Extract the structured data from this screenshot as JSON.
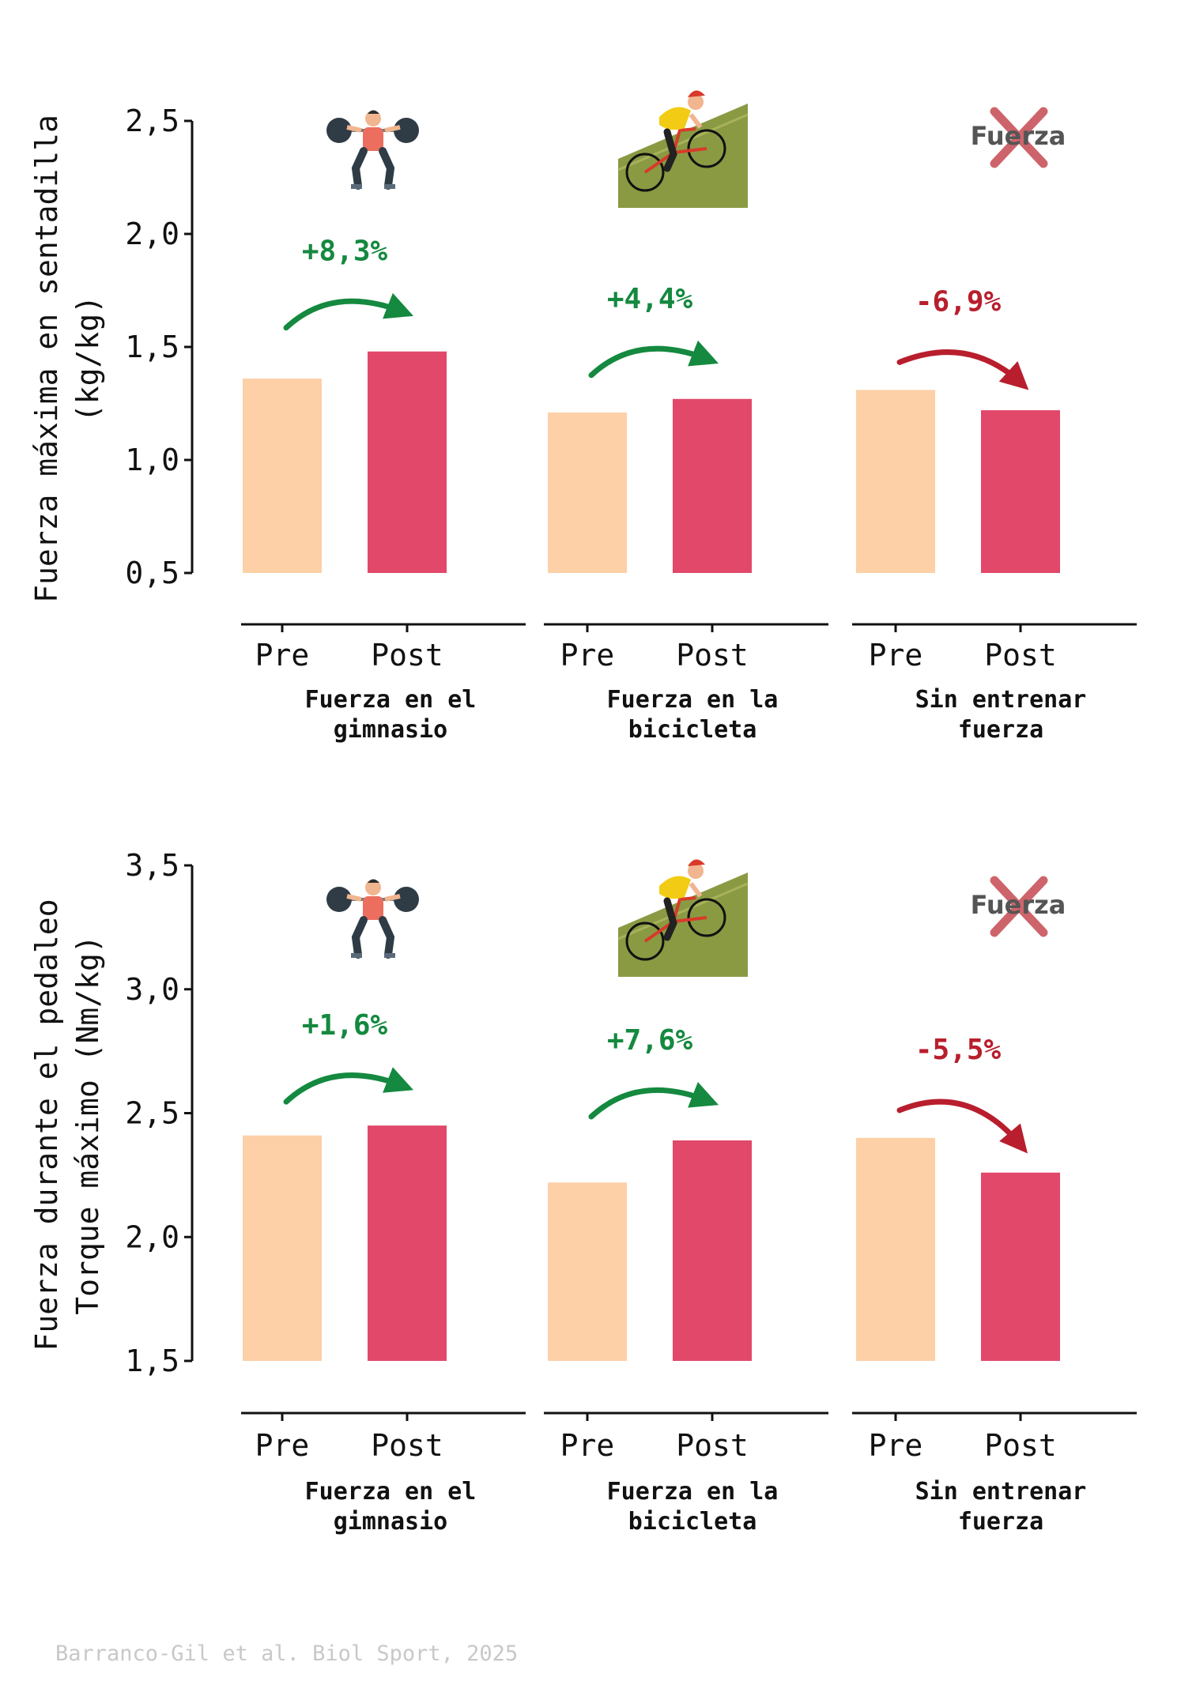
{
  "colors": {
    "pre": "#FDD0A7",
    "post": "#E1486A",
    "increase": "#14893F",
    "decrease": "#B81E2D",
    "axis": "#111111"
  },
  "icons": [
    "weightlifter-icon",
    "cyclist-icon",
    "crossed-out-icon"
  ],
  "no_training_icon_text": "Fuerza",
  "citation": "Barranco-Gil et al. Biol Sport, 2025",
  "chart_data": [
    {
      "type": "bar",
      "ylabel_lines": [
        "Fuerza máxima en sentadilla",
        "(kg/kg)"
      ],
      "ylim": [
        0.5,
        2.5
      ],
      "yticks": [
        0.5,
        1.0,
        1.5,
        2.0,
        2.5
      ],
      "ytick_labels": [
        "0,5",
        "1,0",
        "1,5",
        "2,0",
        "2,5"
      ],
      "bar_labels": [
        "Pre",
        "Post"
      ],
      "groups": [
        {
          "label_lines": [
            "Fuerza en el",
            "gimnasio"
          ],
          "pre": 1.36,
          "post": 1.48,
          "change": "+8,3%",
          "direction": "up"
        },
        {
          "label_lines": [
            "Fuerza en la",
            "bicicleta"
          ],
          "pre": 1.21,
          "post": 1.27,
          "change": "+4,4%",
          "direction": "up"
        },
        {
          "label_lines": [
            "Sin entrenar",
            "fuerza"
          ],
          "pre": 1.31,
          "post": 1.22,
          "change": "-6,9%",
          "direction": "down"
        }
      ]
    },
    {
      "type": "bar",
      "ylabel_lines": [
        "Fuerza durante el pedaleo",
        "Torque máximo (Nm/kg)"
      ],
      "ylim": [
        1.5,
        3.5
      ],
      "yticks": [
        1.5,
        2.0,
        2.5,
        3.0,
        3.5
      ],
      "ytick_labels": [
        "1,5",
        "2,0",
        "2,5",
        "3,0",
        "3,5"
      ],
      "bar_labels": [
        "Pre",
        "Post"
      ],
      "groups": [
        {
          "label_lines": [
            "Fuerza en el",
            "gimnasio"
          ],
          "pre": 2.41,
          "post": 2.45,
          "change": "+1,6%",
          "direction": "up"
        },
        {
          "label_lines": [
            "Fuerza en la",
            "bicicleta"
          ],
          "pre": 2.22,
          "post": 2.39,
          "change": "+7,6%",
          "direction": "up"
        },
        {
          "label_lines": [
            "Sin entrenar",
            "fuerza"
          ],
          "pre": 2.4,
          "post": 2.26,
          "change": "-5,5%",
          "direction": "down"
        }
      ]
    }
  ]
}
